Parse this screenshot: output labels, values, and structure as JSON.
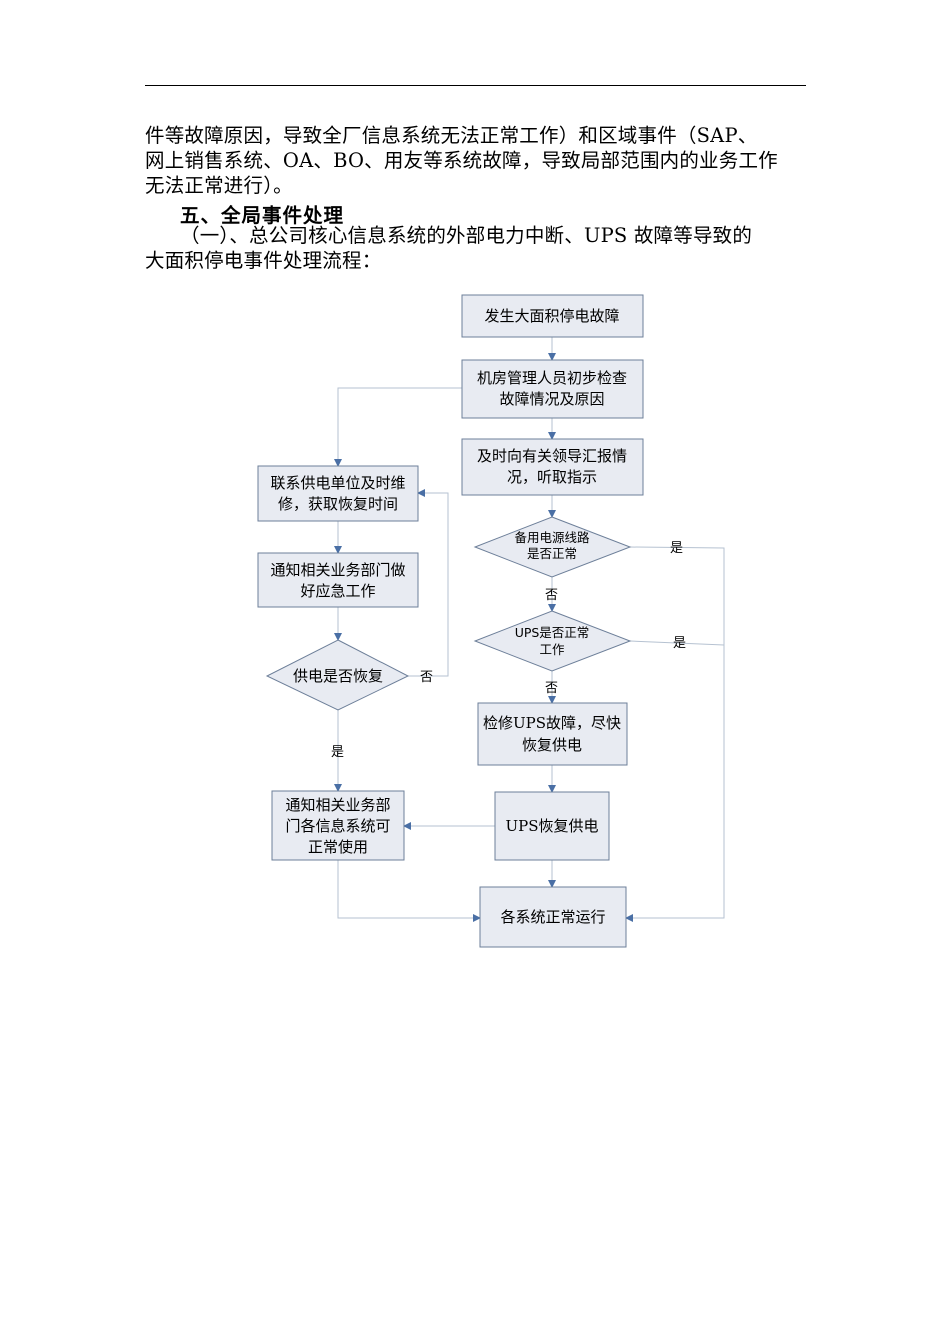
{
  "body_lines": [
    "件等故障原因，导致全厂信息系统无法正常工作）和区域事件（SAP、",
    "网上销售系统、OA、BO、用友等系统故障，导致局部范围内的业务工作",
    "无法正常进行）。"
  ],
  "heading": "五、全局事件处理",
  "sub_lines": [
    "（一）、总公司核心信息系统的外部电力中断、UPS 故障等导致的",
    "大面积停电事件处理流程："
  ],
  "flowchart": {
    "n1": "发生大面积停电故障",
    "n2": [
      "机房管理人员初步检查",
      "故障情况及原因"
    ],
    "n3": [
      "及时向有关领导汇报情",
      "况，听取指示"
    ],
    "d1": [
      "备用电源线路",
      "是否正常"
    ],
    "d2": [
      "UPS是否正常",
      "工作"
    ],
    "n4": [
      "检修UPS故障，尽快",
      "恢复供电"
    ],
    "n5": "UPS恢复供电",
    "n6": "各系统正常运行",
    "l1": [
      "联系供电单位及时维",
      "修，获取恢复时间"
    ],
    "l2": [
      "通知相关业务部门做",
      "好应急工作"
    ],
    "ld": "供电是否恢复",
    "l3": [
      "通知相关业务部",
      "门各信息系统可",
      "正常使用"
    ],
    "yes": "是",
    "no": "否"
  }
}
